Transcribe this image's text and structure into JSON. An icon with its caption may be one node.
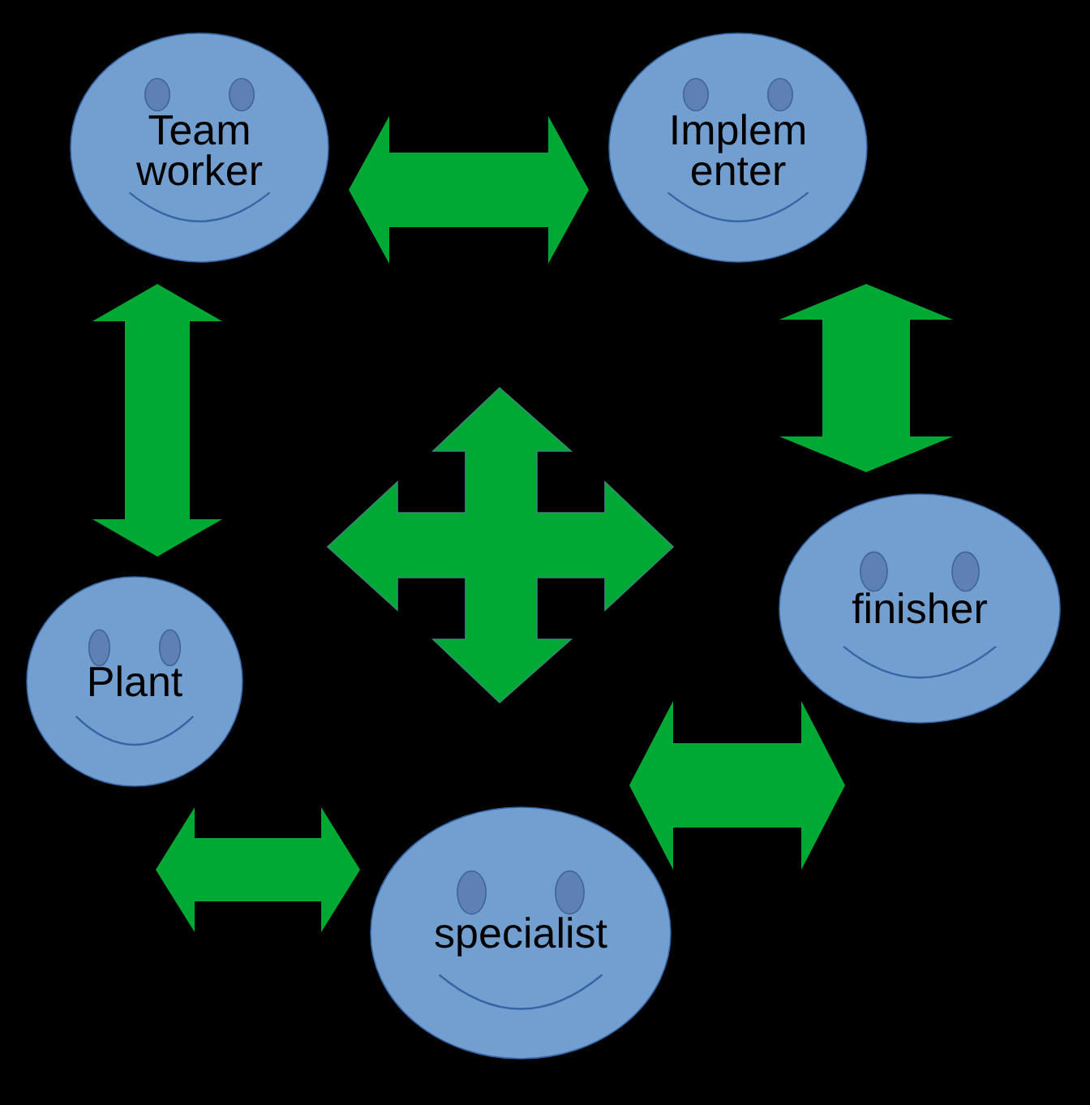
{
  "diagram": {
    "nodes": [
      {
        "text": [
          "Team worker"
        ]
      },
      {
        "text": [
          "Implem enter"
        ]
      },
      {
        "text": [
          "finisher"
        ]
      },
      {
        "text": [
          "Plant"
        ]
      },
      {
        "text": [
          "specialist"
        ]
      }
    ],
    "edges": [
      {
        "from": 0,
        "to": 1,
        "arrow": "both"
      },
      {
        "from": 1,
        "to": 2,
        "arrow": "both"
      },
      {
        "from": 2,
        "to": 4,
        "arrow": "both"
      },
      {
        "from": 4,
        "to": 3,
        "arrow": "both"
      },
      {
        "from": 3,
        "to": 0,
        "arrow": "both"
      }
    ]
  }
}
